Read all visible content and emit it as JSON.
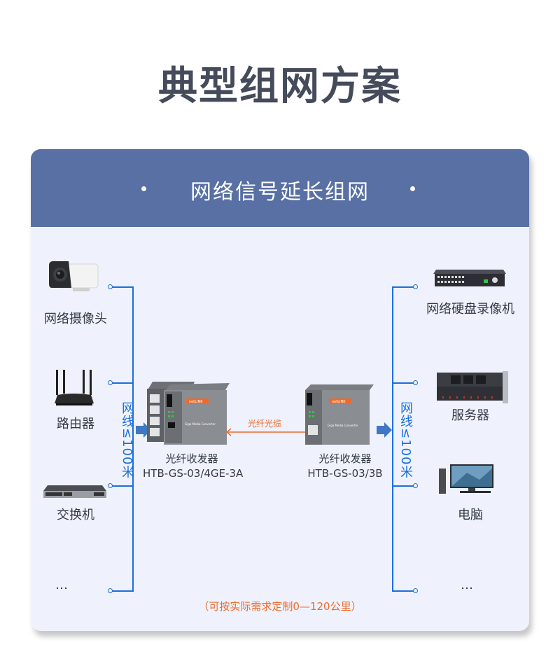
{
  "page_title": "典型组网方案",
  "panel": {
    "title": "网络信号延长组网",
    "left_devices": [
      {
        "name": "网络摄像头",
        "icon": "ip-camera-icon"
      },
      {
        "name": "路由器",
        "icon": "router-icon"
      },
      {
        "name": "交换机",
        "icon": "switch-icon"
      },
      {
        "name": "…",
        "icon": "ellipsis"
      }
    ],
    "right_devices": [
      {
        "name": "网络硬盘录像机",
        "icon": "nvr-icon"
      },
      {
        "name": "服务器",
        "icon": "server-icon"
      },
      {
        "name": "电脑",
        "icon": "desktop-computer-icon"
      },
      {
        "name": "…",
        "icon": "ellipsis"
      }
    ],
    "cable_left": "网线≤100米",
    "cable_right": "网线≤100米",
    "converter_left": {
      "name": "光纤收发器",
      "model": "HTB-GS-03/4GE-3A",
      "brand": "netLINK",
      "product_text": "Giga Media Converter"
    },
    "converter_right": {
      "name": "光纤收发器",
      "model": "HTB-GS-03/3B",
      "brand": "netLINK",
      "product_text": "Giga Media Converter"
    },
    "fiber_label": "光纤光缆",
    "note": "（可按实际需求定制0—120公里）",
    "colors": {
      "header": "#5870a3",
      "line": "#1a6fe0",
      "accent": "#ef6a2a",
      "panel_bg": "#eff2fd",
      "title": "#454b5b"
    }
  }
}
